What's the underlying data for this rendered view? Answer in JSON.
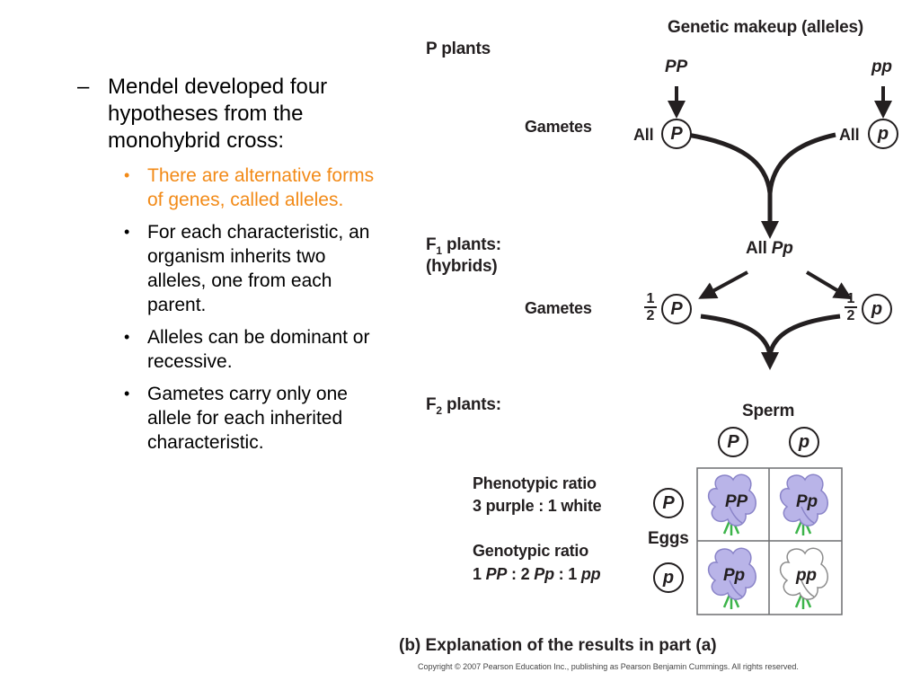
{
  "text": {
    "main_dash": "–",
    "main_bullet": "Mendel developed four hypotheses from the monohybrid cross:",
    "sub_bullet_char": "•",
    "sub_bullets": [
      "There are alternative forms of genes, called alleles.",
      "For each characteristic, an organism inherits two alleles, one from each parent.",
      "Alleles can be dominant or recessive.",
      "Gametes carry only one allele for each inherited characteristic."
    ]
  },
  "diagram": {
    "header": "Genetic makeup (alleles)",
    "p_plants": "P plants",
    "pp_dominant": "PP",
    "pp_recessive": "pp",
    "gametes_label_1": "Gametes",
    "all_1": "All",
    "allele_P": "P",
    "all_2": "All",
    "allele_p": "p",
    "f1_label_F": "F",
    "f1_label_sub": "1",
    "f1_label_rest": " plants:",
    "f1_hybrids": "(hybrids)",
    "all_pp_prefix": "All ",
    "all_pp_geno": "Pp",
    "gametes_label_2": "Gametes",
    "half_num": "1",
    "half_den": "2",
    "allele_P2": "P",
    "allele_p2": "p",
    "f2_label_F": "F",
    "f2_label_sub": "2",
    "f2_label_rest": " plants:",
    "sperm_label": "Sperm",
    "sperm_P": "P",
    "sperm_p": "p",
    "eggs_label": "Eggs",
    "egg_P": "P",
    "egg_p": "p",
    "phenotypic_title": "Phenotypic ratio",
    "phenotypic_value": "3 purple : 1 white",
    "genotypic_title": "Genotypic ratio",
    "genotypic_value_parts": [
      "1 ",
      "PP",
      " : 2 ",
      "Pp",
      " : 1 ",
      "pp"
    ],
    "punnett": [
      [
        "PP",
        "Pp"
      ],
      [
        "Pp",
        "pp"
      ]
    ],
    "colors": {
      "purple_flower": "#b9b4e8",
      "purple_edge": "#8a84c8",
      "white_flower": "#ffffff",
      "stem_green": "#3cb44a",
      "accent_orange": "#f28a17"
    }
  },
  "caption": "(b) Explanation of the results in part (a)",
  "copyright": "Copyright © 2007 Pearson Education Inc., publishing as Pearson Benjamin Cummings. All rights reserved."
}
